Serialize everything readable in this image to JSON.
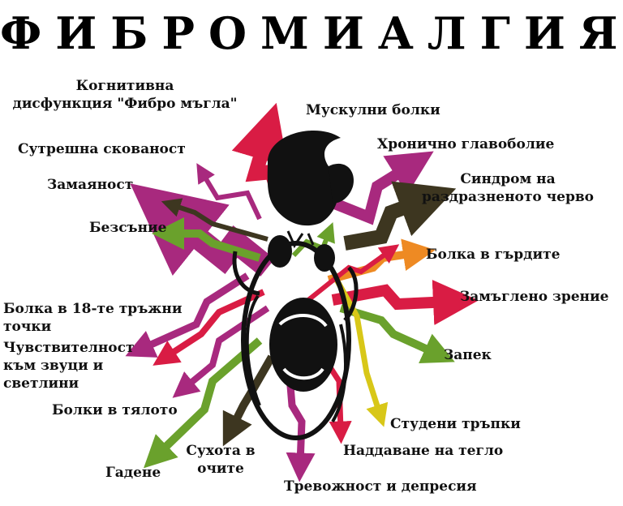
{
  "title": "ФИБРОМИАЛГИЯ",
  "symptoms": {
    "cognitive_1": "Когнитивна",
    "cognitive_2": "дисфункция \"Фибро мъгла\"",
    "muscle_pain": "Мускулни болки",
    "chronic_headache": "Хронично главоболие",
    "ibs_1": "Синдром на",
    "ibs_2": "раздразненото черво",
    "morning_stiffness": "Сутрешна скованост",
    "dizziness": "Замаяност",
    "insomnia": "Безсъние",
    "chest_pain": "Болка в гърдите",
    "blurred_vision": "Замъглено зрение",
    "tender_points_1": "Болка в 18-те тръжни",
    "tender_points_2": "точки",
    "sensitivity_1": "Чувствителност",
    "sensitivity_2": "към звуци и",
    "sensitivity_3": "светлини",
    "constipation": "Запек",
    "body_pain": "Болки в тялото",
    "chills": "Студени тръпки",
    "dry_eyes_1": "Сухота в",
    "dry_eyes_2": "очите",
    "weight_gain": "Наддаване на тегло",
    "nausea": "Гадене",
    "anxiety_depression": "Тревожност и депресия"
  },
  "colors": {
    "magenta": "#a8297e",
    "crimson": "#d91c44",
    "green": "#6aa12c",
    "olive": "#3d3620",
    "orange": "#ee8a23",
    "yellow": "#d8c718",
    "black": "#111111"
  }
}
